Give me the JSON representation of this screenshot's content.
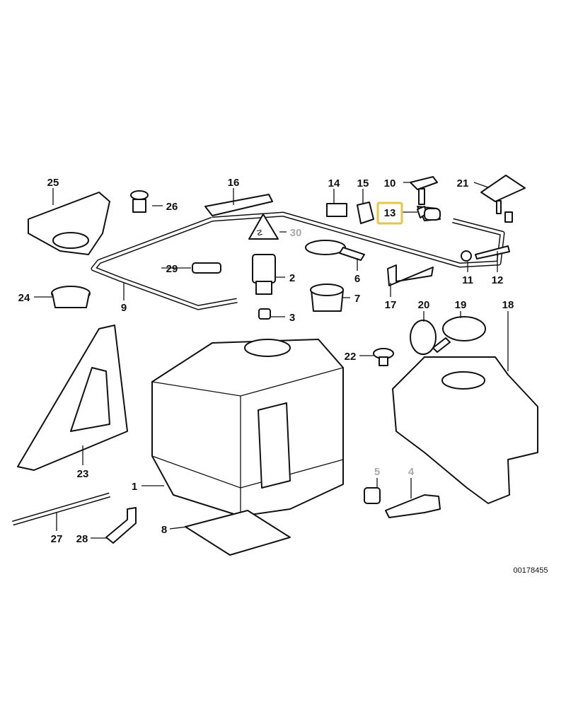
{
  "diagram": {
    "reference_number": "00178455",
    "highlight_color": "#e8c547",
    "part_labels": [
      {
        "id": "1",
        "text": "1"
      },
      {
        "id": "2",
        "text": "2"
      },
      {
        "id": "3",
        "text": "3"
      },
      {
        "id": "4",
        "text": "4",
        "muted": true
      },
      {
        "id": "5",
        "text": "5",
        "muted": true
      },
      {
        "id": "6",
        "text": "6"
      },
      {
        "id": "7",
        "text": "7"
      },
      {
        "id": "8",
        "text": "8"
      },
      {
        "id": "9",
        "text": "9"
      },
      {
        "id": "10",
        "text": "10"
      },
      {
        "id": "11",
        "text": "11"
      },
      {
        "id": "12",
        "text": "12"
      },
      {
        "id": "13",
        "text": "13",
        "highlighted": true
      },
      {
        "id": "14",
        "text": "14"
      },
      {
        "id": "15",
        "text": "15"
      },
      {
        "id": "16",
        "text": "16"
      },
      {
        "id": "17",
        "text": "17"
      },
      {
        "id": "18",
        "text": "18"
      },
      {
        "id": "19",
        "text": "19"
      },
      {
        "id": "20",
        "text": "20"
      },
      {
        "id": "21",
        "text": "21"
      },
      {
        "id": "22",
        "text": "22"
      },
      {
        "id": "23",
        "text": "23"
      },
      {
        "id": "24",
        "text": "24"
      },
      {
        "id": "25",
        "text": "25"
      },
      {
        "id": "26",
        "text": "26"
      },
      {
        "id": "27",
        "text": "27"
      },
      {
        "id": "28",
        "text": "28"
      },
      {
        "id": "29",
        "text": "29"
      },
      {
        "id": "30",
        "text": "30",
        "muted": true
      }
    ]
  }
}
